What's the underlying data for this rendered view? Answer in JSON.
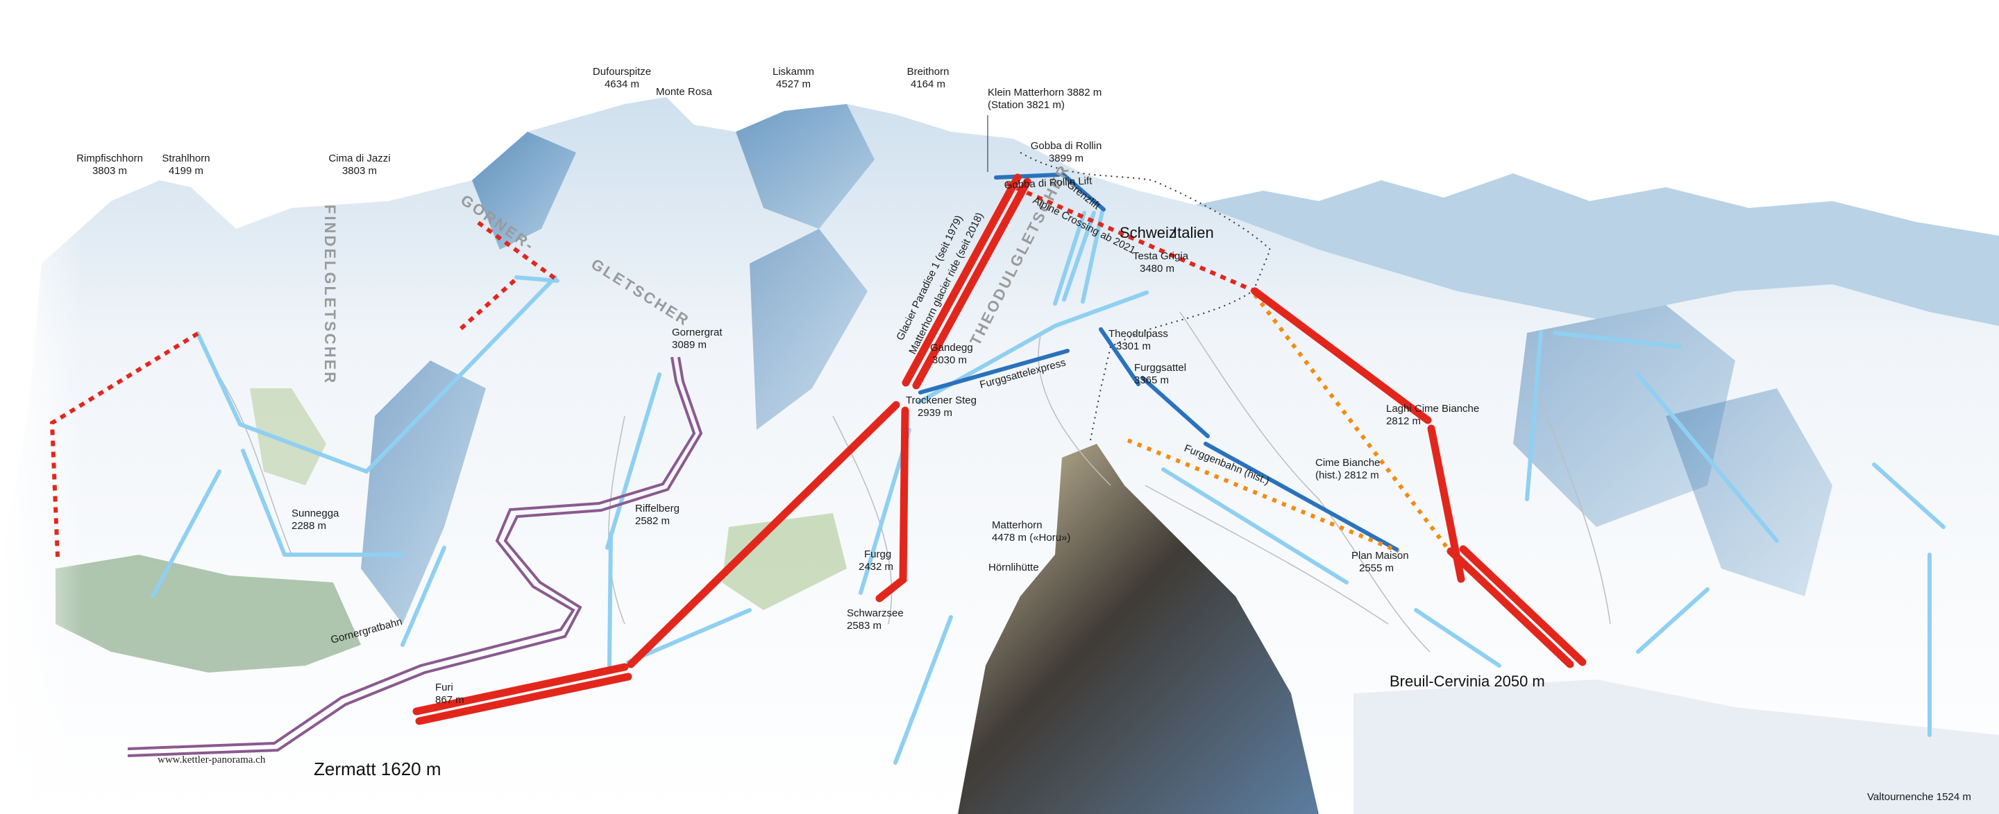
{
  "colors": {
    "cable_car": "#e3261c",
    "planned_lift": "#e3261c",
    "historic_lift": "#f28c0f",
    "chairlift": "#8fd0f2",
    "gondola": "#2a72bd",
    "railway": "#8a5a8f",
    "glacier_label": "#9a9a9a"
  },
  "peaks": {
    "rimpfischhorn": {
      "name": "Rimpfischhorn",
      "alt": "3803 m"
    },
    "strahlhorn": {
      "name": "Strahlhorn",
      "alt": "4199 m"
    },
    "cima_di_jazzi": {
      "name": "Cima di Jazzi",
      "alt": "3803 m"
    },
    "dufourspitze": {
      "name": "Dufourspitze",
      "alt": "4634 m"
    },
    "monte_rosa": {
      "name": "Monte Rosa"
    },
    "liskamm": {
      "name": "Liskamm",
      "alt": "4527 m"
    },
    "breithorn": {
      "name": "Breithorn",
      "alt": "4164 m"
    },
    "klein_matterhorn": {
      "name": "Klein Matterhorn 3882 m",
      "alt": "(Station 3821 m)"
    },
    "gobba_di_rollin": {
      "name": "Gobba di Rollin",
      "alt": "3899 m"
    },
    "matterhorn": {
      "name": "Matterhorn",
      "alt": "4478 m («Horu»)"
    }
  },
  "stations": {
    "gornergrat": {
      "name": "Gornergrat",
      "alt": "3089 m"
    },
    "riffelberg": {
      "name": "Riffelberg",
      "alt": "2582 m"
    },
    "sunnegga": {
      "name": "Sunnegga",
      "alt": "2288 m"
    },
    "gandegg": {
      "name": "Gandegg",
      "alt": "3030 m"
    },
    "trockener_steg": {
      "name": "Trockener Steg",
      "alt": "2939 m"
    },
    "testa_grigia": {
      "name": "Testa Grigia",
      "alt": "3480 m"
    },
    "theodulpass": {
      "name": "Theodulpass",
      "alt": "3301 m"
    },
    "furggsattel": {
      "name": "Furggsattel",
      "alt": "3365 m"
    },
    "laghi_cime_bianche": {
      "name": "Laghi Cime Bianche",
      "alt": "2812 m"
    },
    "cime_bianche": {
      "name": "Cime Bianche",
      "alt": "(hist.) 2812 m"
    },
    "plan_maison": {
      "name": "Plan Maison",
      "alt": "2555 m"
    },
    "furgg": {
      "name": "Furgg",
      "alt": "2432 m"
    },
    "schwarzsee": {
      "name": "Schwarzsee",
      "alt": "2583 m"
    },
    "hoernlihuette": {
      "name": "Hörnlihütte"
    },
    "furi": {
      "name": "Furi",
      "alt": "867 m"
    }
  },
  "towns": {
    "zermatt": "Zermatt 1620 m",
    "breuil_cervinia": "Breuil-Cervinia 2050 m",
    "valtournenche": "Valtournenche 1524 m"
  },
  "countries": {
    "switzerland": "Schweiz",
    "italy": "Italien"
  },
  "glaciers": {
    "findelgletscher": "FINDELGLETSCHER",
    "gorner_1": "GORNER-",
    "gorner_2": "GLETSCHER",
    "theodulgletscher": "THEODULGLETSCHER"
  },
  "lifts": {
    "gobba_lift": "Gobba di Rollin Lift",
    "grenzlift": "Grenzlift",
    "alpine_crossing": "Alpine Crossing ab 2021",
    "glacier_paradise": "Glacier Paradise 1 (seit 1979)",
    "glacier_ride": "Matterhorn glacier ride (seit 2018)",
    "furggsattelexpress": "Furggsattelexpress",
    "furggenbahn": "Furggenbahn (hist.)",
    "gornergratbahn": "Gornergratbahn"
  },
  "credit": "www.kettler-panorama.ch"
}
